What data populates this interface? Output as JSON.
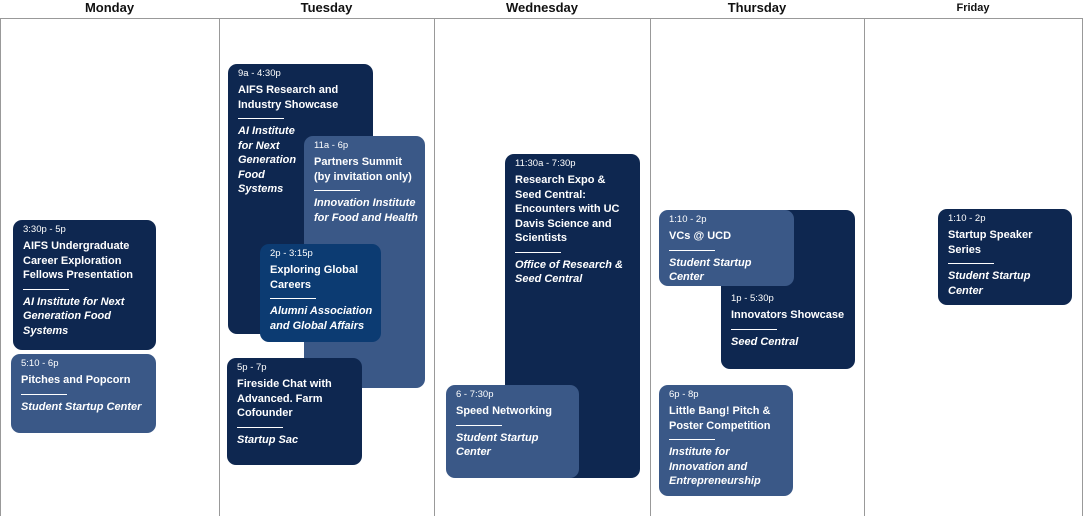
{
  "days": [
    "Monday",
    "Tuesday",
    "Wednesday",
    "Thursday",
    "Friday"
  ],
  "events": {
    "mon_aifs": {
      "time": "3:30p - 5p",
      "title": "AIFS Undergraduate Career Exploration Fellows Presentation",
      "host": "AI Institute for Next Generation Food Systems"
    },
    "mon_pitches": {
      "time": "5:10 - 6p",
      "title": "Pitches and Popcorn",
      "host": "Student Startup Center"
    },
    "tue_showcase": {
      "time": "9a - 4:30p",
      "title": "AIFS Research and Industry Showcase",
      "host": "AI Institute for Next Generation Food Systems"
    },
    "tue_partners": {
      "time": "11a - 6p",
      "title": "Partners Summit (by invitation only)",
      "host": "Innovation Institute for Food and Health"
    },
    "tue_global": {
      "time": "2p - 3:15p",
      "title": "Exploring Global Careers",
      "host": "Alumni Association and Global Affairs"
    },
    "tue_fireside": {
      "time": "5p - 7p",
      "title": "Fireside Chat with Advanced. Farm Cofounder",
      "host": "Startup Sac"
    },
    "wed_expo": {
      "time": "11:30a - 7:30p",
      "title": "Research Expo & Seed Central: Encounters with UC Davis Science and Scientists",
      "host": "Office of Research & Seed Central"
    },
    "wed_speed": {
      "time": "6 - 7:30p",
      "title": "Speed Networking",
      "host": "Student Startup Center"
    },
    "thu_vcs": {
      "time": "1:10 - 2p",
      "title": "VCs @ UCD",
      "host": "Student Startup Center"
    },
    "thu_innovators": {
      "time": "1p - 5:30p",
      "title": "Innovators Showcase",
      "host": "Seed Central"
    },
    "thu_bang": {
      "time": "6p - 8p",
      "title": "Little Bang! Pitch & Poster Competition",
      "host": "Institute for Innovation and Entrepreneurship"
    },
    "fri_speaker": {
      "time": "1:10 - 2p",
      "title": "Startup Speaker Series",
      "host": "Student Startup Center"
    }
  }
}
